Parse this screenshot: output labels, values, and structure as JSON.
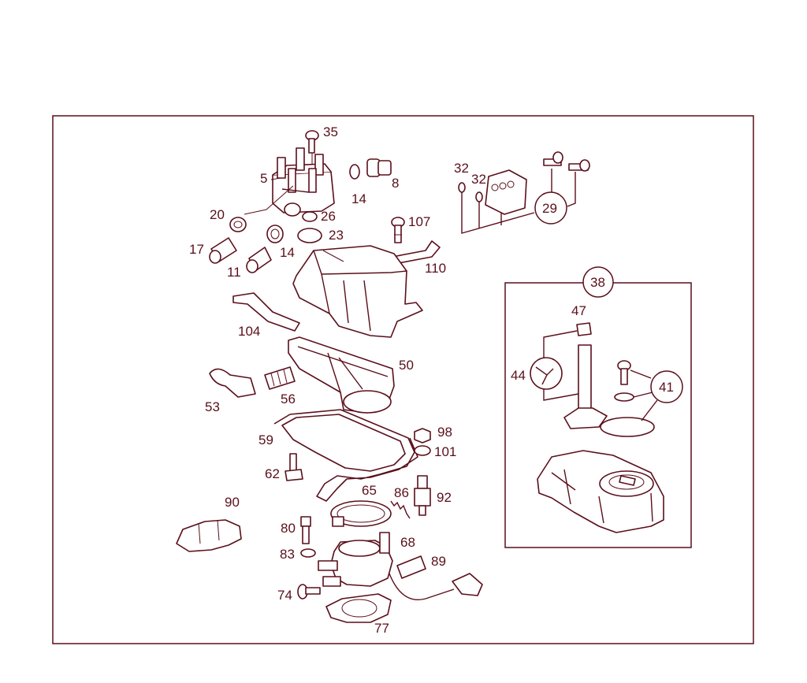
{
  "diagram": {
    "labels": {
      "l35": "35",
      "l5": "5",
      "l14a": "14",
      "l8": "8",
      "l32a": "32",
      "l32b": "32",
      "l29": "29",
      "l20": "20",
      "l26": "26",
      "l23": "23",
      "l107": "107",
      "l17": "17",
      "l14b": "14",
      "l11": "11",
      "l110": "110",
      "l104": "104",
      "l38": "38",
      "l47": "47",
      "l44": "44",
      "l41": "41",
      "l50": "50",
      "l53": "53",
      "l56": "56",
      "l59": "59",
      "l98": "98",
      "l101": "101",
      "l62": "62",
      "l65": "65",
      "l86": "86",
      "l92": "92",
      "l90": "90",
      "l80": "80",
      "l68": "68",
      "l83": "83",
      "l89": "89",
      "l74": "74",
      "l77": "77"
    }
  },
  "colors": {
    "ink": "#5a0f1a",
    "background": "#ffffff"
  }
}
